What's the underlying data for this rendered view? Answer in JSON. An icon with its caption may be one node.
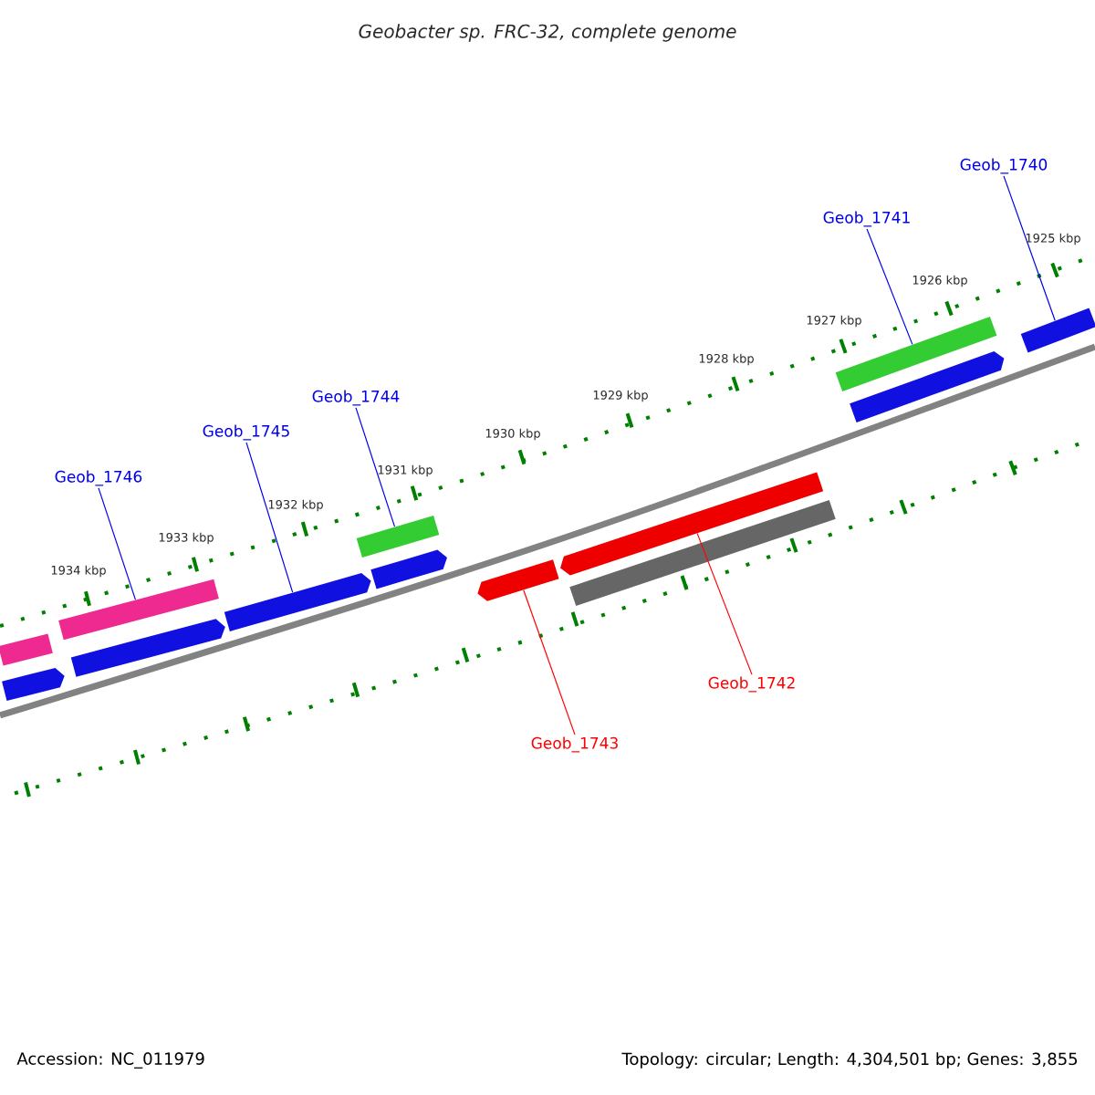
{
  "diagram": {
    "title": "Geobacter sp. FRC-32, complete genome",
    "nodes": [
      {
        "text": [
          "Geob_1740"
        ]
      },
      {
        "text": [
          "Geob_1741"
        ]
      },
      {
        "text": [
          "Geob_1744"
        ]
      },
      {
        "text": [
          "Geob_1745"
        ]
      },
      {
        "text": [
          "Geob_1746"
        ]
      },
      {
        "text": [
          "Geob_1742"
        ]
      },
      {
        "text": [
          "Geob_1743"
        ]
      },
      {
        "text": [],
        "shape": "bar"
      },
      {
        "text": [],
        "shape": "pentagon"
      },
      {
        "text": [],
        "shape": "bar"
      },
      {
        "text": [],
        "shape": "pentagon"
      },
      {
        "text": [],
        "shape": "pentagon"
      },
      {
        "text": [],
        "shape": "bar"
      },
      {
        "text": [],
        "shape": "pentagon"
      },
      {
        "text": [],
        "shape": "pentagon"
      },
      {
        "text": [],
        "shape": "pentagon"
      },
      {
        "text": [],
        "shape": "bar"
      },
      {
        "text": [],
        "shape": "bar"
      },
      {
        "text": [],
        "shape": "pentagon"
      },
      {
        "text": [],
        "shape": "bar"
      }
    ],
    "edges": [
      {
        "from": 0,
        "to": 19,
        "arrow": "none"
      },
      {
        "from": 1,
        "to": 17,
        "arrow": "none"
      },
      {
        "from": 2,
        "to": 12,
        "arrow": "none"
      },
      {
        "from": 3,
        "to": 11,
        "arrow": "none"
      },
      {
        "from": 4,
        "to": 9,
        "arrow": "none"
      },
      {
        "from": 5,
        "to": 15,
        "arrow": "none",
        "color": "#ff0000"
      },
      {
        "from": 6,
        "to": 14,
        "arrow": "none",
        "color": "#ff0000"
      }
    ],
    "labels": [
      "1925 kbp",
      "1926 kbp",
      "1927 kbp",
      "1928 kbp",
      "1929 kbp",
      "1930 kbp",
      "1931 kbp",
      "1932 kbp",
      "1933 kbp",
      "1934 kbp",
      "Accession: NC_011979",
      "Topology: circular; Length: 4,304,501 bp; Genes: 3,855"
    ]
  }
}
